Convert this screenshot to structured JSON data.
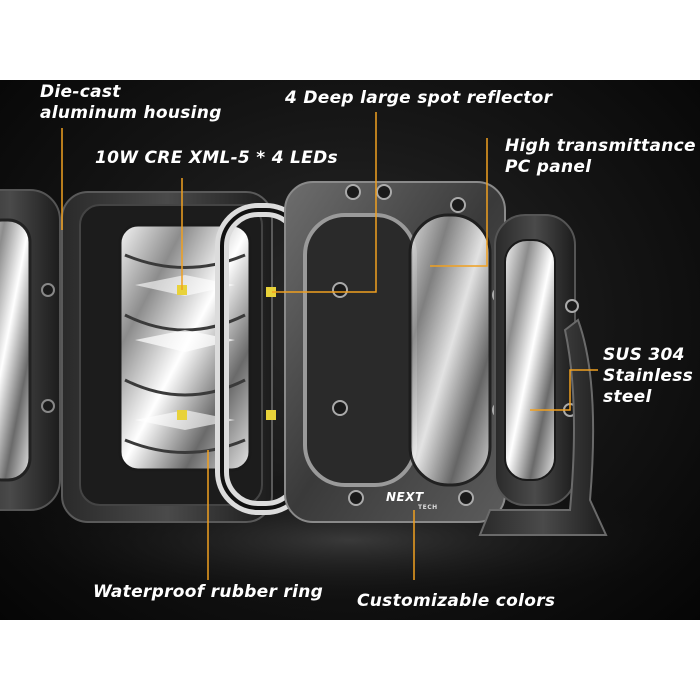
{
  "callouts": {
    "housing": "Die-cast\naluminum housing",
    "reflector": "4 Deep large spot reflector",
    "leds": "10W CRE XML-5 * 4 LEDs",
    "panel": "High transmittance\nPC panel",
    "steel": "SUS 304\nStainless\nsteel",
    "ring": "Waterproof rubber ring",
    "colors": "Customizable colors"
  },
  "logo": {
    "main": "NEXT",
    "sub": "TECH"
  },
  "colors": {
    "leader": "#f0a020",
    "led": "#e8d23a",
    "background": "#141414"
  }
}
